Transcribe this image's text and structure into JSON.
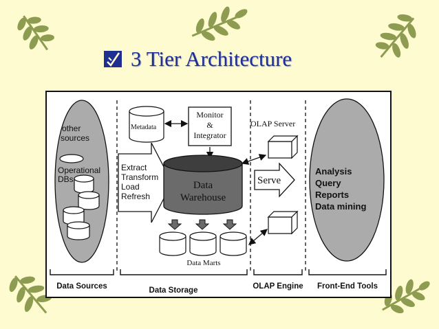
{
  "slide": {
    "title": "3 Tier Architecture",
    "bullet_icon": "pen-check-bullet-icon",
    "decoration_icon": "leaf-sprig-icon"
  },
  "colors": {
    "background": "#fdfbcf",
    "title": "#1f2f8f",
    "leaf": "#8e9c52",
    "warehouse_fill": "#6b6b6b",
    "cylinder_top": "#3e3e3e"
  },
  "diagram": {
    "source_labels": [
      "other",
      "sources",
      "Operational",
      "DBs"
    ],
    "metadata": "Metadata",
    "monitor": [
      "Monitor",
      "&",
      "Integrator"
    ],
    "olap_server": "OLAP Server",
    "etl": [
      "Extract",
      "Transform",
      "Load",
      "Refresh"
    ],
    "warehouse": [
      "Data",
      "Warehouse"
    ],
    "serve": "Serve",
    "tools": [
      "Analysis",
      "Query",
      "Reports",
      "Data mining"
    ],
    "data_marts": "Data Marts",
    "tiers": {
      "data_sources": "Data Sources",
      "data_storage": "Data Storage",
      "olap_engine": "OLAP Engine",
      "front_end_tools": "Front-End Tools"
    }
  }
}
